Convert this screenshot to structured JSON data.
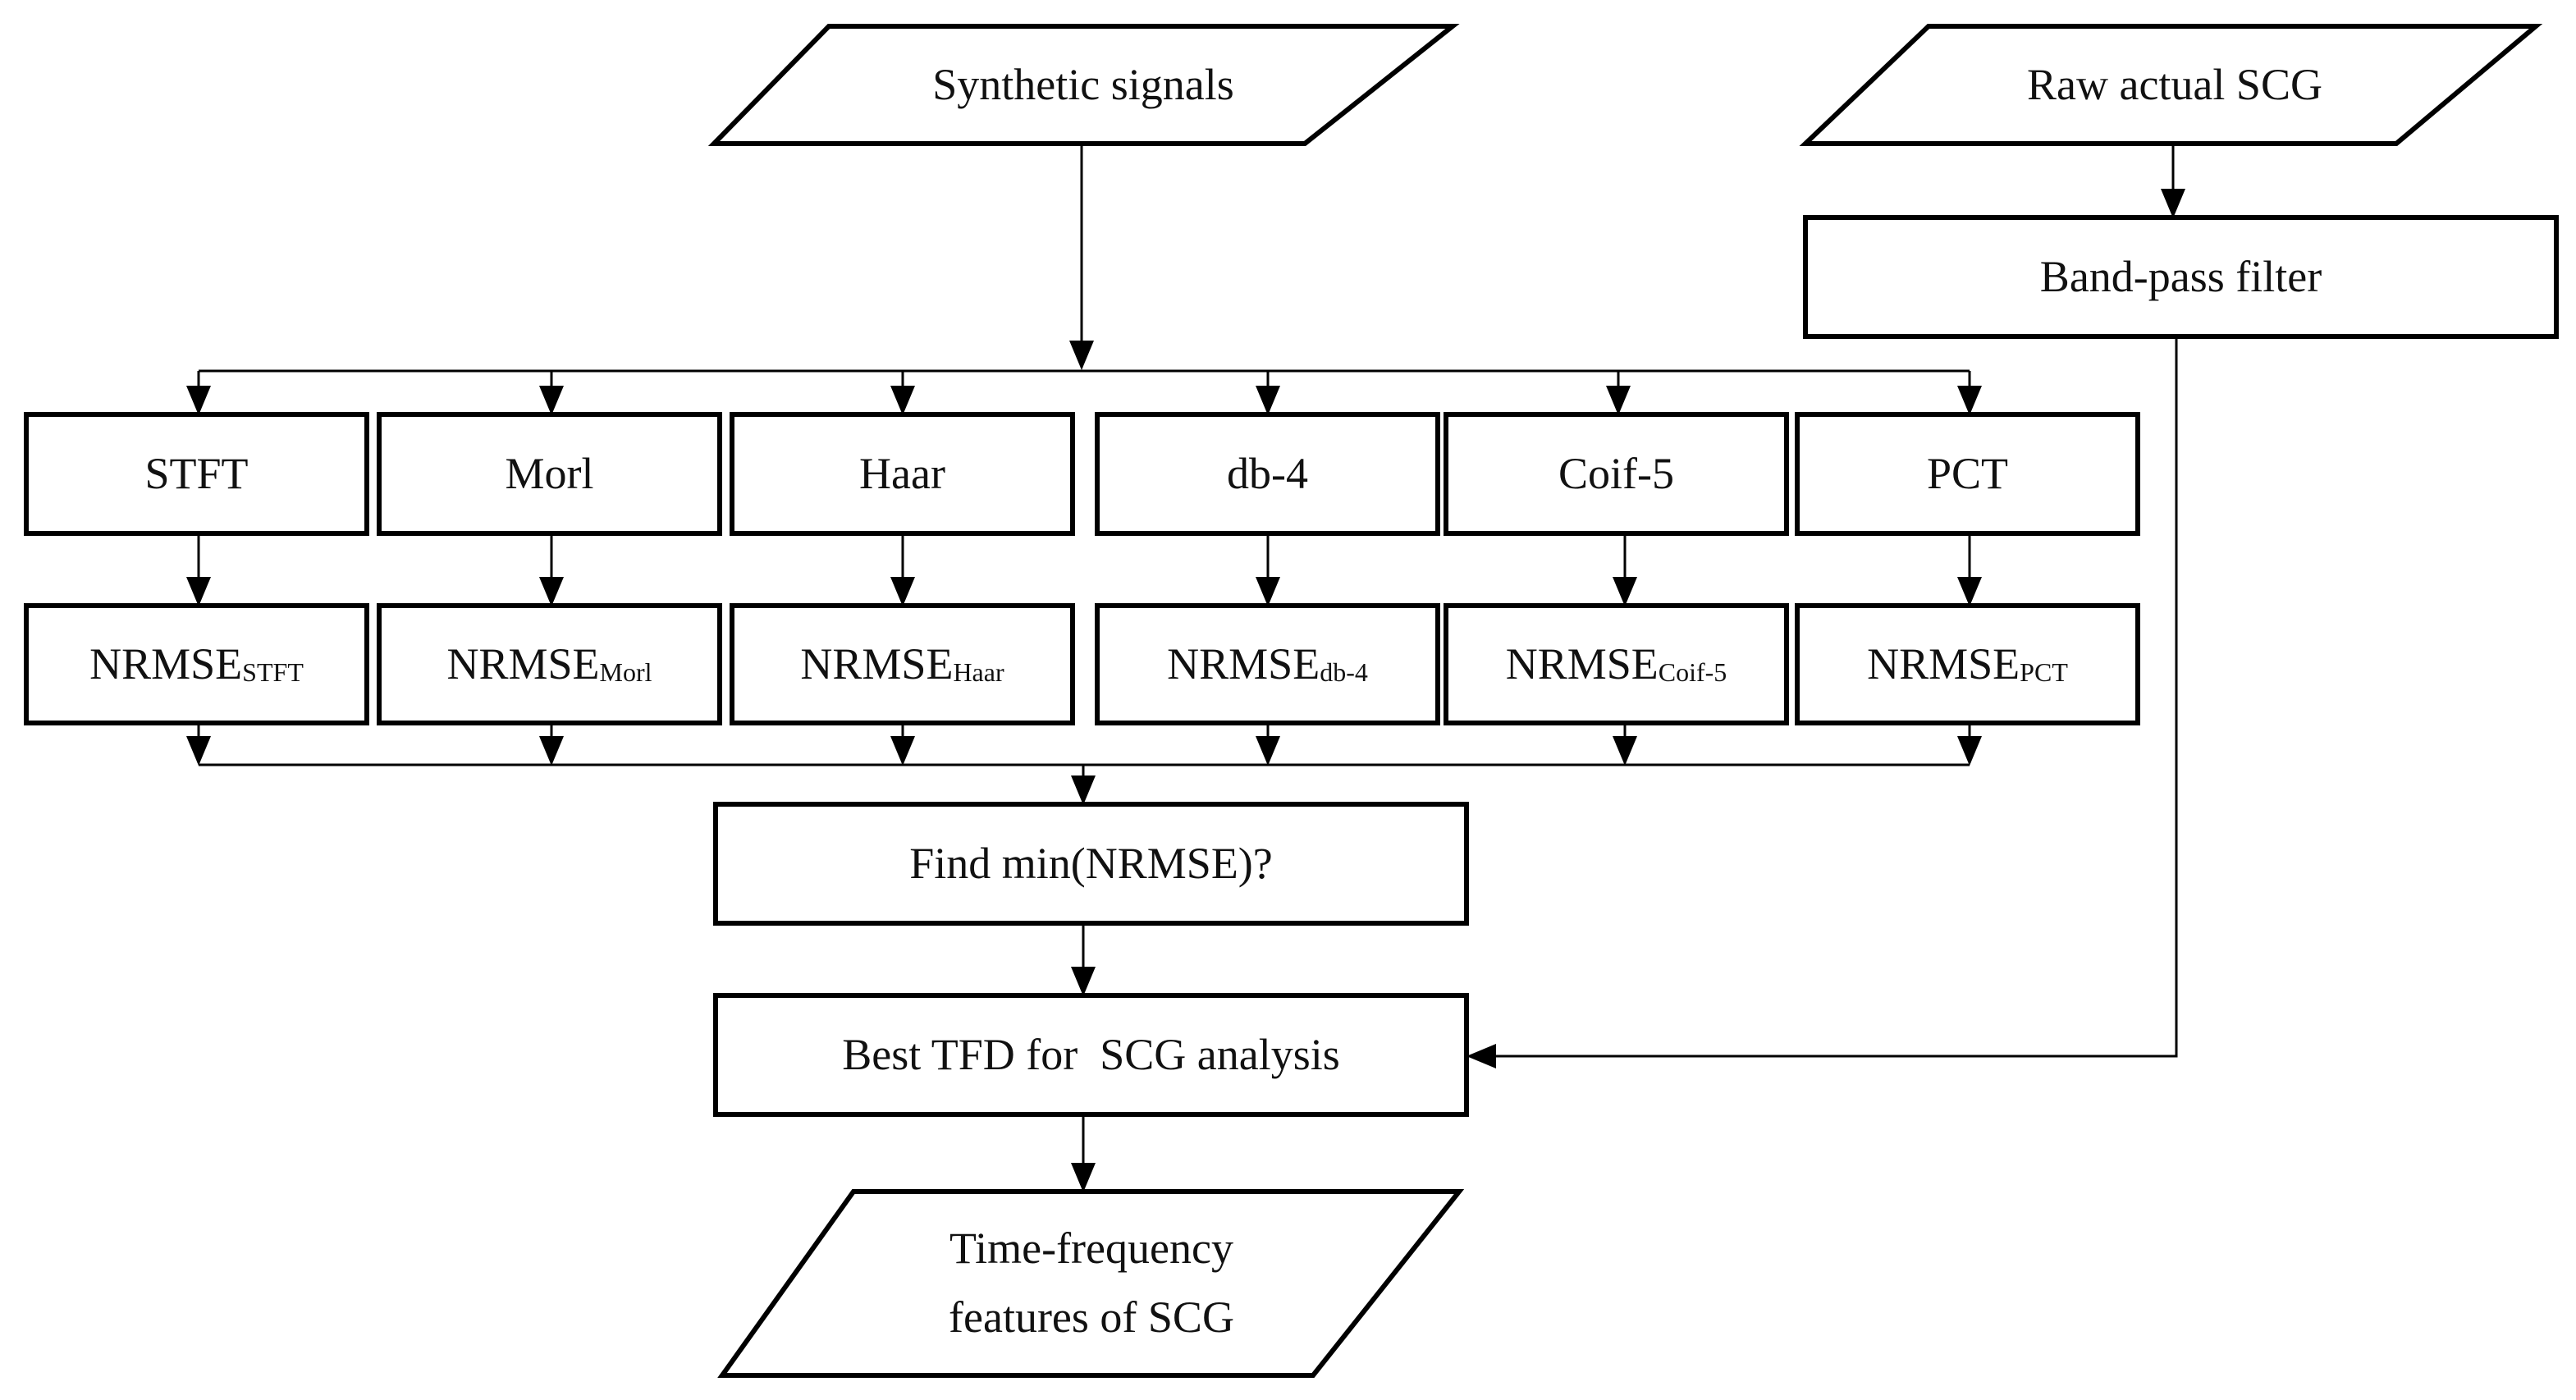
{
  "inputs": {
    "synthetic": "Synthetic signals",
    "raw": "Raw actual SCG"
  },
  "filter": "Band-pass filter",
  "methods": [
    {
      "name": "STFT",
      "metric": "NRMSE",
      "sub": "STFT"
    },
    {
      "name": "Morl",
      "metric": "NRMSE",
      "sub": "Morl"
    },
    {
      "name": "Haar",
      "metric": "NRMSE",
      "sub": "Haar"
    },
    {
      "name": "db-4",
      "metric": "NRMSE",
      "sub": "db-4"
    },
    {
      "name": "Coif-5",
      "metric": "NRMSE",
      "sub": "Coif-5"
    },
    {
      "name": "PCT",
      "metric": "NRMSE",
      "sub": "PCT"
    }
  ],
  "decision": "Find min(NRMSE)?",
  "best": "Best TFD for  SCG analysis",
  "output": {
    "line1": "Time-frequency",
    "line2": "features of SCG"
  }
}
